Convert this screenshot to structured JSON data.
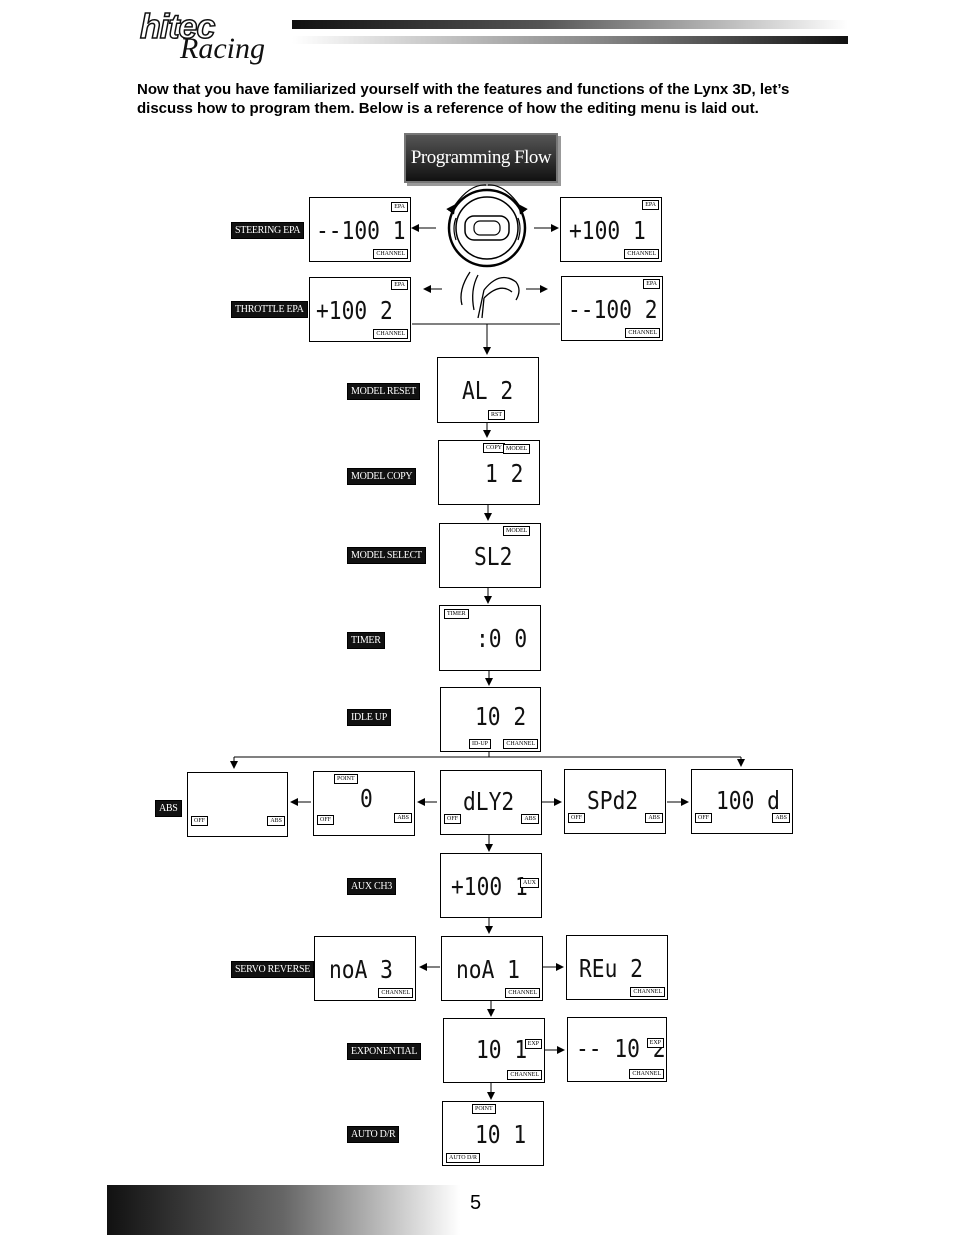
{
  "logo": {
    "line1": "hitec",
    "line2": "Racing"
  },
  "intro": "Now that you have familiarized yourself with the features and functions of the Lynx 3D, let’s discuss how to program them.  Below is a reference of how the editing menu is laid out.",
  "flowchart_title": "Programming Flow Chart",
  "labels": {
    "steering_epa": "STEERING EPA",
    "throttle_epa": "THROTTLE EPA",
    "model_reset": "MODEL RESET",
    "model_copy": "MODEL COPY",
    "model_select": "MODEL SELECT",
    "timer": "TIMER",
    "idle_up": "IDLE UP",
    "abs": "ABS",
    "aux_ch3": "AUX CH3",
    "servo_reverse": "SERVO REVERSE",
    "exponential": "EXPONENTIAL",
    "auto_dr": "AUTO D/R"
  },
  "displays": {
    "steer_left": {
      "text": "--100 1",
      "top": "EPA",
      "bottom": "CHANNEL"
    },
    "steer_right": {
      "text": "+100 1",
      "top": "EPA",
      "bottom": "CHANNEL"
    },
    "throttle_left": {
      "text": "+100 2",
      "top": "EPA",
      "bottom": "CHANNEL"
    },
    "throttle_right": {
      "text": "--100 2",
      "top": "EPA",
      "bottom": "CHANNEL"
    },
    "model_reset": {
      "text": "AL 2",
      "bottom": "RST"
    },
    "model_copy": {
      "text": "1 2",
      "top1": "COPY",
      "top2": "MODEL"
    },
    "model_select": {
      "text": "SL2",
      "top": "MODEL"
    },
    "timer": {
      "text": ":0 0",
      "top": "TIMER"
    },
    "idle_up": {
      "text": "10 2",
      "bottom1": "ID-UP",
      "bottom2": "CHANNEL"
    },
    "abs_blank": {
      "left": "OFF",
      "right": "ABS"
    },
    "abs_point": {
      "text": "0",
      "top": "POINT",
      "left": "OFF",
      "right": "ABS"
    },
    "abs_dly": {
      "text": "dLY2",
      "left": "OFF",
      "right": "ABS"
    },
    "abs_spd": {
      "text": "SPd2",
      "left": "OFF",
      "right": "ABS"
    },
    "abs_100d": {
      "text": "100 d",
      "left": "OFF",
      "right": "ABS"
    },
    "aux_ch3": {
      "text": "+100 1",
      "side": "AUX"
    },
    "rev_noa3": {
      "text": "noA 3",
      "bottom": "CHANNEL"
    },
    "rev_noa1": {
      "text": "noA 1",
      "bottom": "CHANNEL"
    },
    "rev_rev2": {
      "text": "REu 2",
      "bottom": "CHANNEL"
    },
    "exp_left": {
      "text": "10 1",
      "side": "EXP",
      "bottom": "CHANNEL"
    },
    "exp_right": {
      "text": "-- 10 2",
      "side": "EXP",
      "bottom": "CHANNEL"
    },
    "auto_dr": {
      "text": "10 1",
      "top": "POINT",
      "bottom": "AUTO D/R"
    }
  },
  "page_number": "5"
}
